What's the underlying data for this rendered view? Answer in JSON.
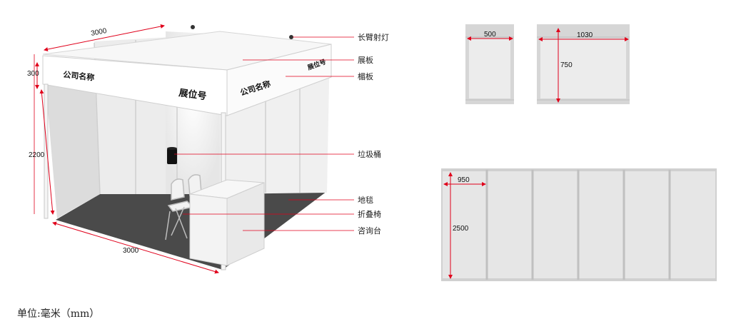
{
  "booth": {
    "dims": {
      "top_width": "3000",
      "fascia_height": "300",
      "wall_height": "2200",
      "floor_width": "3000"
    },
    "signs": {
      "company_front": "公司名称",
      "booth_number": "展位号",
      "company_side": "公司名称",
      "booth_number_side": "展位号"
    },
    "labels": {
      "spotlight": "长臂射灯",
      "panel": "展板",
      "fascia": "楣板",
      "trash_bin": "垃圾桶",
      "carpet": "地毯",
      "folding_chair": "折叠椅",
      "info_desk": "咨询台"
    }
  },
  "panel_small": {
    "width": "500"
  },
  "panel_medium": {
    "width": "1030",
    "height": "750"
  },
  "panel_wall": {
    "segment_width": "950",
    "height": "2500"
  },
  "unit_note": "单位:毫米（mm）",
  "colors": {
    "dimension_red": "#e0001b",
    "carpet_gray": "#4a4a4a"
  }
}
